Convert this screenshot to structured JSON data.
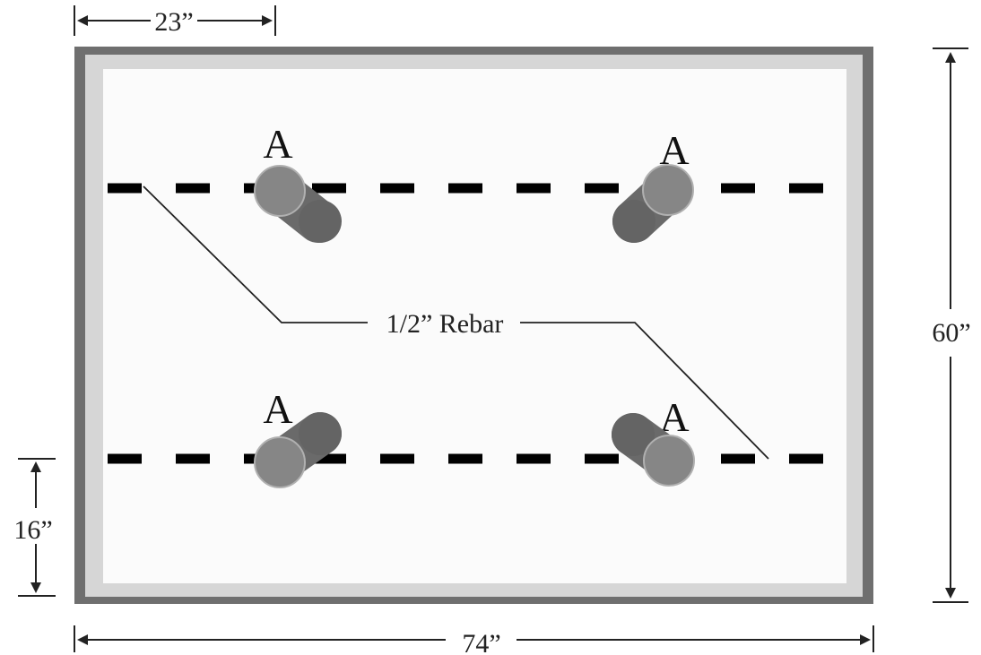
{
  "dimensions": {
    "top_offset": "23”",
    "height": "60”",
    "bottom_offset": "16”",
    "width": "74”"
  },
  "callout": {
    "rebar_label": "1/2” Rebar"
  },
  "markers": {
    "top_left": "A",
    "top_right": "A",
    "bottom_left": "A",
    "bottom_right": "A"
  },
  "colors": {
    "frame_outer": "#6f6f6f",
    "frame_inner": "#d6d6d6",
    "slab_fill": "#fbfbfb",
    "rebar": "#000000",
    "cylinder_dark": "#5f5f5f",
    "cylinder_light": "#8a8a8a",
    "line": "#222222"
  }
}
